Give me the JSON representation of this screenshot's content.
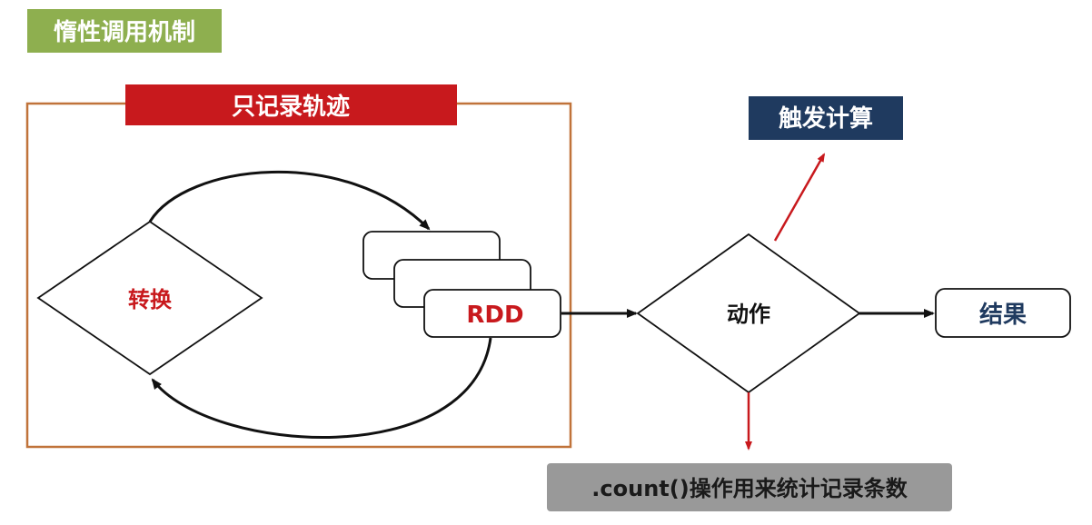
{
  "title": "惰性调用机制",
  "frame_label": "只记录轨迹",
  "transform_label": "转换",
  "rdd_label": "RDD",
  "action_label": "动作",
  "result_label": "结果",
  "trigger_label": "触发计算",
  "count_note": ".count()操作用来统计记录条数",
  "colors": {
    "title_bg": "#8eaf4f",
    "title_text": "#ffffff",
    "frame_border": "#c0733a",
    "frame_label_bg": "#c8191d",
    "frame_label_text": "#ffffff",
    "red_text": "#c8191d",
    "trigger_bg": "#1f3a5f",
    "trigger_text": "#ffffff",
    "result_text": "#1f3a5f",
    "note_bg": "#999999",
    "note_text": "#1a1a1a",
    "line": "#111111",
    "red_arrow": "#c8191d"
  }
}
